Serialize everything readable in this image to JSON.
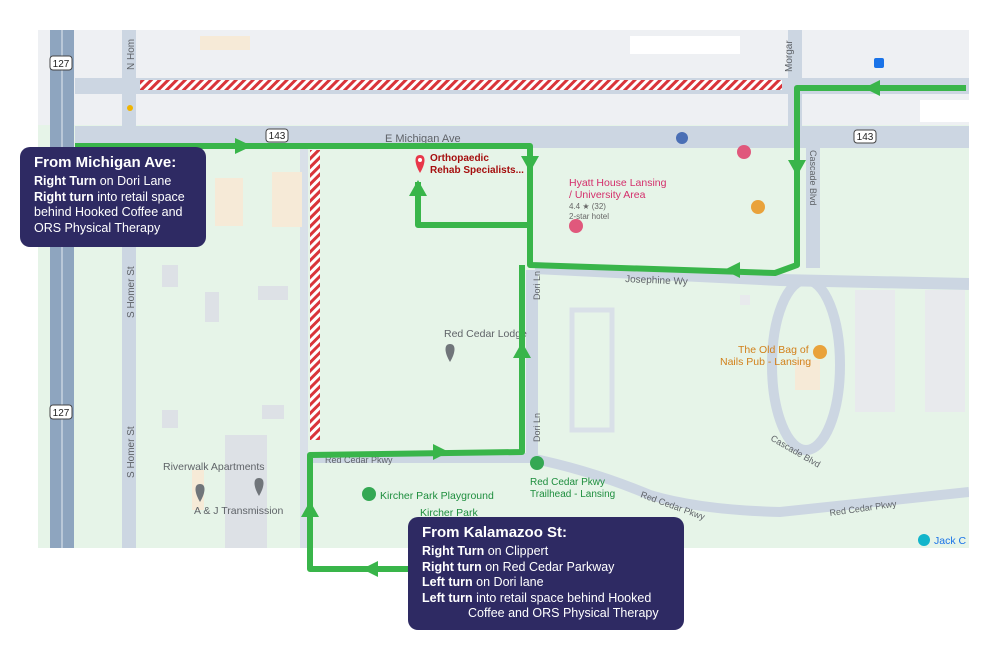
{
  "map": {
    "route_badges": {
      "us127": "127",
      "mi143": "143"
    },
    "streets": {
      "e_michigan_ave": "E Michigan Ave",
      "n_homer": "N Hom",
      "morgan": "Morgar",
      "s_homer_st": "S Homer St",
      "josephine_wy": "Josephine Wy",
      "cascade_blvd_north": "Cascade Blvd",
      "cascade_blvd_south": "Cascade Blvd",
      "dori_ln_north": "Dori Ln",
      "dori_ln_south": "Dori Ln",
      "red_cedar_pkwy_west": "Red Cedar Pkwy",
      "red_cedar_pkwy_mid": "Red Cedar Pkwy",
      "red_cedar_pkwy_east": "Red Cedar Pkwy"
    },
    "places": {
      "orthopaedic": [
        "Orthopaedic",
        "Rehab Specialists..."
      ],
      "hyatt": [
        "Hyatt House Lansing",
        "/ University Area"
      ],
      "hyatt_rating": "4.4 ★ (32)",
      "hyatt_class": "2-star hotel",
      "red_cedar_lodge": "Red Cedar Lodge",
      "old_bag": [
        "The Old Bag of",
        "Nails Pub - Lansing"
      ],
      "riverwalk": "Riverwalk Apartments",
      "aj_transmission": "A & J Transmission",
      "kircher_playground": "Kircher Park Playground",
      "kircher_park": "Kircher Park",
      "trailhead": [
        "Red Cedar Pkwy",
        "Trailhead - Lansing"
      ],
      "jack": "Jack C"
    },
    "colors": {
      "map_bg": "#e6f4e8",
      "road": "#c9d4e0",
      "route": "#39b54a",
      "closure": "#d9343a",
      "callout": "#2e2a63",
      "poi_red": "#e8374a",
      "poi_orange": "#e9a23b",
      "poi_gray": "#70757a"
    }
  },
  "callouts": {
    "michigan": {
      "title": "From Michigan Ave:",
      "lines": [
        {
          "bold": "Right Turn",
          "rest": " on Dori Lane"
        },
        {
          "bold": "Right turn",
          "rest": " into retail space"
        },
        {
          "bold": "",
          "rest": "behind Hooked Coffee and"
        },
        {
          "bold": "",
          "rest": "ORS Physical Therapy"
        }
      ]
    },
    "kalamazoo": {
      "title": "From Kalamazoo St:",
      "lines": [
        {
          "bold": "Right Turn",
          "rest": " on Clippert"
        },
        {
          "bold": "Right turn",
          "rest": " on Red Cedar Parkway"
        },
        {
          "bold": "Left turn",
          "rest": " on Dori lane"
        },
        {
          "bold": "Left turn",
          "rest": " into retail space behind Hooked"
        },
        {
          "bold": "",
          "rest": "Coffee and ORS Physical Therapy"
        }
      ]
    }
  }
}
